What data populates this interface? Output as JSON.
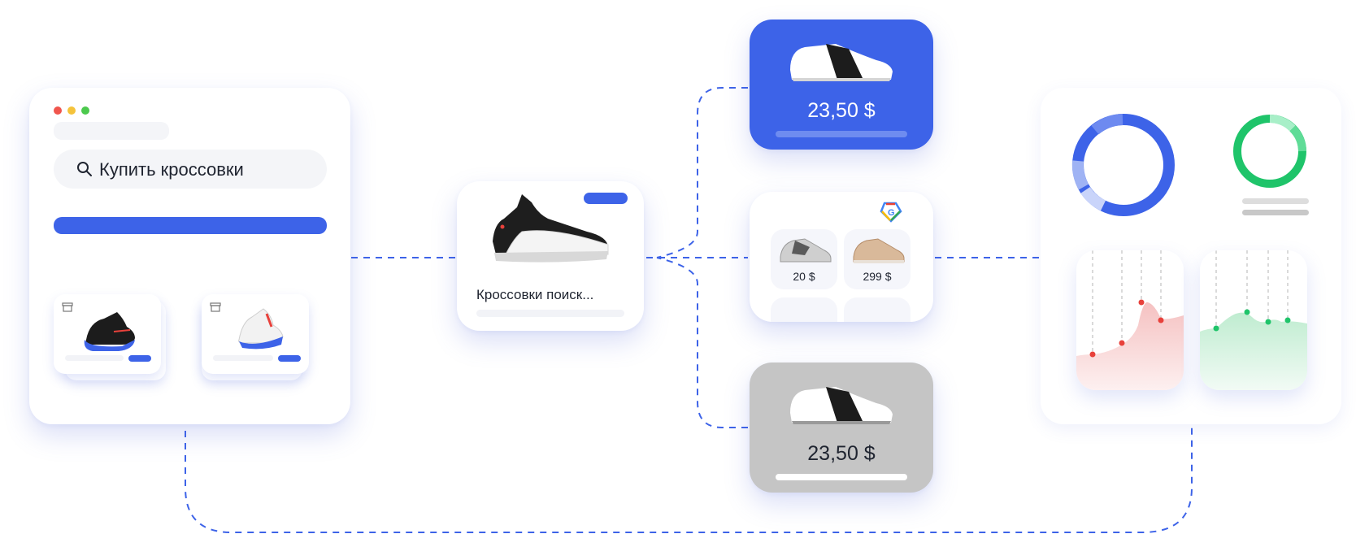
{
  "search": {
    "query": "Купить кроссовки"
  },
  "product": {
    "title": "Кроссовки поиск..."
  },
  "offers": [
    {
      "price": "23,50 $",
      "variant": "highlighted"
    },
    {
      "price": "23,50 $",
      "variant": "muted"
    }
  ],
  "shopping_results": [
    {
      "price": "20 $"
    },
    {
      "price": "299 $"
    }
  ],
  "colors": {
    "accent": "#3d63e8",
    "muted_card": "#c5c5c5",
    "green": "#1fc46a",
    "red": "#e8413b",
    "connector": "#3d63e8"
  },
  "icons": [
    "search-icon",
    "store-icon",
    "google-shopping-icon",
    "sneaker-image"
  ]
}
